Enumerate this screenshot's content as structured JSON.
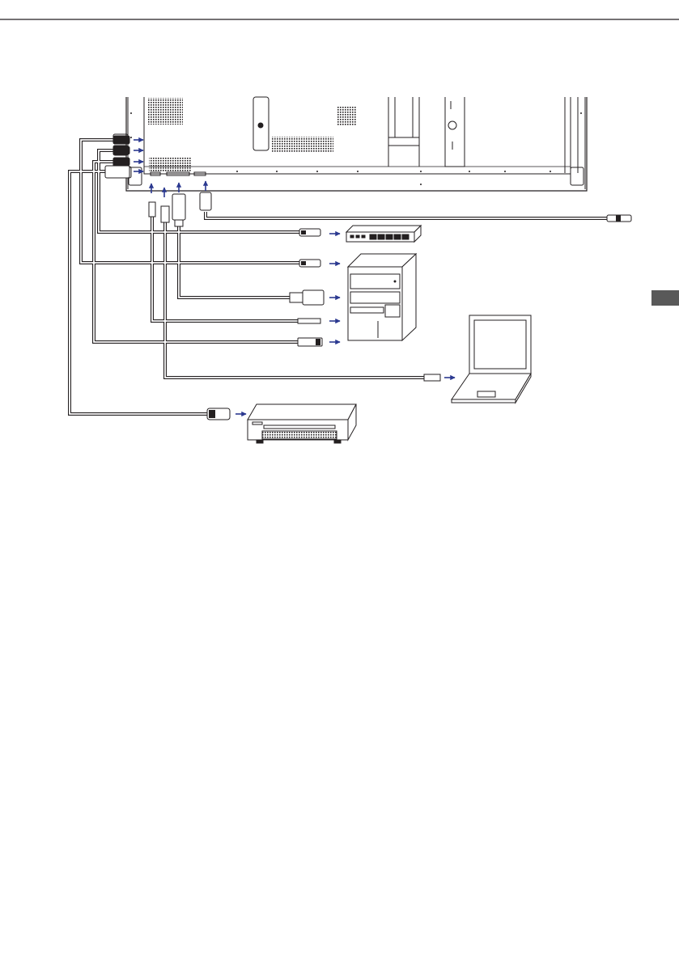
{
  "page": {
    "tab_color": "#595959",
    "line_color": "#231f20",
    "arrow_color": "#2b3990",
    "background": "#ffffff"
  },
  "diagram": {
    "subject": "display-rear-connections",
    "devices": [
      {
        "name": "monitor-rear-panel",
        "icon": "monitor-back-icon"
      },
      {
        "name": "network-switch",
        "icon": "switch-icon"
      },
      {
        "name": "desktop-computer",
        "icon": "tower-pc-icon"
      },
      {
        "name": "laptop",
        "icon": "laptop-icon"
      },
      {
        "name": "av-player",
        "icon": "media-player-icon"
      }
    ],
    "cables": [
      {
        "name": "lan-cable",
        "connector": "rj45"
      },
      {
        "name": "hdmi-cable-pc",
        "connector": "hdmi"
      },
      {
        "name": "vga-cable",
        "connector": "d-sub"
      },
      {
        "name": "audio-cable",
        "connector": "3.5mm"
      },
      {
        "name": "usb-cable-pc",
        "connector": "usb-a"
      },
      {
        "name": "usb-c-cable-laptop",
        "connector": "usb"
      },
      {
        "name": "hdmi-cable-player",
        "connector": "hdmi"
      },
      {
        "name": "power-cord",
        "connector": "ac"
      }
    ]
  }
}
